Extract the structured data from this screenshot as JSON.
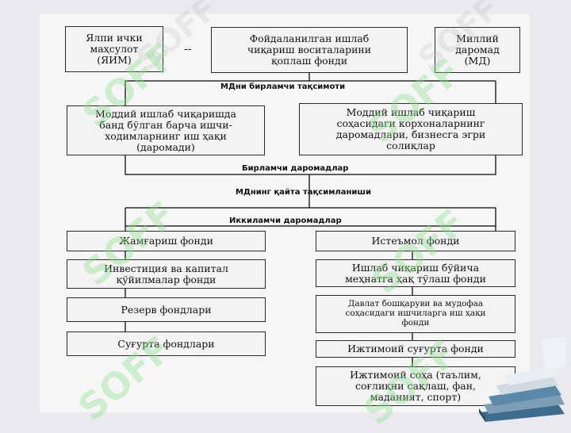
{
  "top": {
    "gdp": "Ялпи ички\nмаҳсулот\n(ЯИМ)",
    "separator": "--",
    "replacement": "Фойдаланилган ишлаб\nчиқариш воситаларини\nқоплаш фонди",
    "national_income": "Миллий\nдаромад\n(МД)"
  },
  "labels": {
    "primary_distribution": "МДни бирламчи тақсимоти",
    "primary_incomes": "Бирламчи даромадлар",
    "redistribution": "МДнинг қайта тақсимланиши",
    "secondary_incomes": "Иккиламчи даромадлар"
  },
  "level2": {
    "wages": "Моддий ишлаб чиқаришда\nбанд бўлган барча ишчи-\nходимларнинг иш ҳақи\n(даромади)",
    "enterprises": "Моддий ишлаб чиқариш\nсоҳасидаги корхоналарнинг\nдаромадлари, бизнесга эгри\nсолиқлар"
  },
  "left_column": [
    "Жамғариш фонди",
    "Инвестиция ва капитал\nқўйилмалар фонди",
    "Резерв фондлари",
    "Суғурта фондлари"
  ],
  "right_column": [
    "Истеъмол фонди",
    "Ишлаб чиқариш бўйича\nмеҳнатга ҳақ тўлаш фонди",
    "Давлат бошқаруви ва мудофаа\nсоҳасидаги ишчиларга иш ҳақи\nфонди",
    "Ижтимоий суғурта фонди",
    "Ижтимоий соҳа (таълим,\nсоғлиқни сақлаш, фан,\nмаданият, спорт)"
  ],
  "watermark": "SOFF"
}
